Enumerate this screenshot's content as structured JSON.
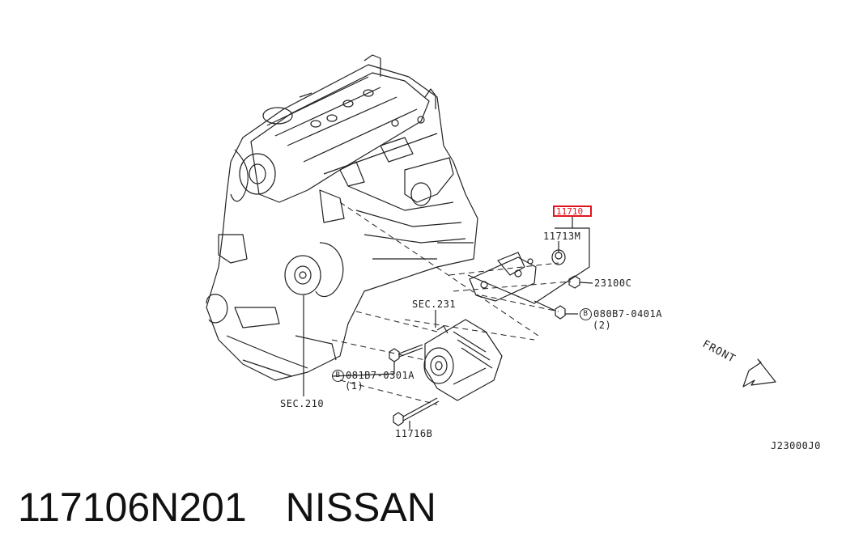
{
  "labels": {
    "part_main": "11710",
    "part_mount": "11713M",
    "part_nut": "23100C",
    "bolt_1_code": "080B7-0401A",
    "bolt_1_qty": "(2)",
    "sec_231": "SEC.231",
    "bolt_2_code": "081B7-0301A",
    "bolt_2_qty": "(1)",
    "sec_210": "SEC.210",
    "part_bolt_long": "11716B",
    "front": "FRONT",
    "drawing_id": "J23000J0",
    "bolt_marker": "B"
  },
  "caption": {
    "part_number": "117106N201",
    "brand": "NISSAN"
  },
  "colors": {
    "highlight": "#e0141e",
    "line": "#222222"
  }
}
